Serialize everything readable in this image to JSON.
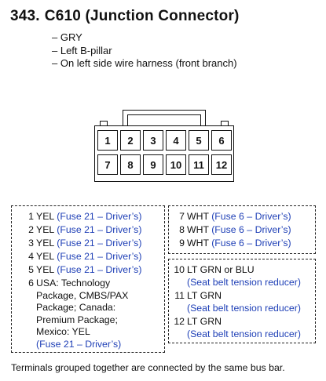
{
  "title": {
    "number": "343.",
    "text": "C610 (Junction Connector)"
  },
  "description": [
    "– GRY",
    "– Left B-pillar",
    "– On left side wire harness (front branch)"
  ],
  "connector": {
    "pins_top": [
      "1",
      "2",
      "3",
      "4",
      "5",
      "6"
    ],
    "pins_bottom": [
      "7",
      "8",
      "9",
      "10",
      "11",
      "12"
    ]
  },
  "group_left": [
    {
      "pin": "1",
      "wire": "YEL",
      "fuse": "(Fuse 21 – Driver’s)"
    },
    {
      "pin": "2",
      "wire": "YEL",
      "fuse": "(Fuse 21 – Driver’s)"
    },
    {
      "pin": "3",
      "wire": "YEL",
      "fuse": "(Fuse 21 – Driver’s)"
    },
    {
      "pin": "4",
      "wire": "YEL",
      "fuse": "(Fuse 21 – Driver’s)"
    },
    {
      "pin": "5",
      "wire": "YEL",
      "fuse": "(Fuse 21 – Driver’s)"
    }
  ],
  "pin6": {
    "pin": "6",
    "lines": [
      "USA: Technology",
      "Package, CMBS/PAX",
      "Package; Canada:",
      "Premium Package;",
      "Mexico: YEL"
    ],
    "fuse": "(Fuse 21 – Driver’s)"
  },
  "group_right_top": [
    {
      "pin": "7",
      "wire": "WHT",
      "fuse": "(Fuse 6 – Driver’s)"
    },
    {
      "pin": "8",
      "wire": "WHT",
      "fuse": "(Fuse 6 – Driver’s)"
    },
    {
      "pin": "9",
      "wire": "WHT",
      "fuse": "(Fuse 6 – Driver’s)"
    }
  ],
  "group_right_bottom": [
    {
      "pin": "10",
      "wire": "LT GRN or BLU",
      "note": "(Seat belt tension reducer)"
    },
    {
      "pin": "11",
      "wire": "LT GRN",
      "note": "(Seat belt tension reducer)"
    },
    {
      "pin": "12",
      "wire": "LT GRN",
      "note": "(Seat belt tension reducer)"
    }
  ],
  "footer": "Terminals grouped together are connected by the same bus bar.",
  "colors": {
    "accent_blue": "#1e3fb6",
    "text": "#111111"
  }
}
